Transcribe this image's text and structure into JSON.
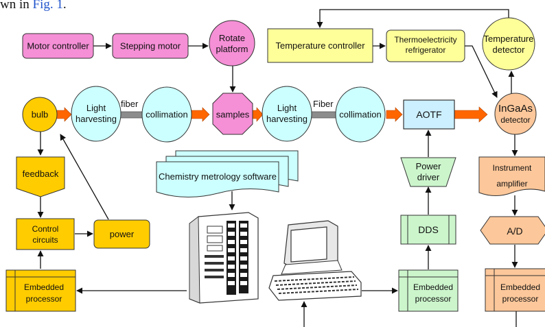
{
  "caption": {
    "prefix": "wn in",
    "link": "Fig. 1",
    "suffix": "."
  },
  "labels": {
    "motor_controller": "Motor controller",
    "stepping_motor": "Stepping motor",
    "rotate_platform": [
      "Rotate",
      "platform"
    ],
    "temperature_controller": "Temperature controller",
    "thermoelectricity_refrigerator": [
      "Thermoelectricity",
      "refrigerator"
    ],
    "temperature_detector": [
      "Temperature",
      "detector"
    ],
    "bulb": "bulb",
    "light_harvesting_1": [
      "Light",
      "harvesting"
    ],
    "fiber_1": "fiber",
    "collimation_1": "collimation",
    "samples": "samples",
    "light_harvesting_2": [
      "Light",
      "harvesting"
    ],
    "fiber_2": "Fiber",
    "collimation_2": "collimation",
    "aotf": "AOTF",
    "ingaas_detector": [
      "InGaAs",
      "detector"
    ],
    "feedback": "feedback",
    "chemistry_software": "Chemistry metrology software",
    "power_driver": [
      "Power",
      "driver"
    ],
    "instrument_amplifier": [
      "Instrument",
      "amplifier"
    ],
    "control_circuits": [
      "Control",
      "circuits"
    ],
    "power": "power",
    "dds": "DDS",
    "ad": "A/D",
    "embedded_processor_left": [
      "Embedded",
      "processor"
    ],
    "embedded_processor_mid": [
      "Embedded",
      "processor"
    ],
    "embedded_processor_right": [
      "Embedded",
      "processor"
    ]
  },
  "colors": {
    "pink": "#f58fd6",
    "yellow": "#ffff99",
    "gold": "#ffcc00",
    "cyan": "#ccffff",
    "light_cyan": "#ccf0ff",
    "peach": "#fcc79a",
    "green": "#ccf5cc",
    "orange_arrow": "#ff6600",
    "gray_fiber": "#8c8c8c"
  }
}
